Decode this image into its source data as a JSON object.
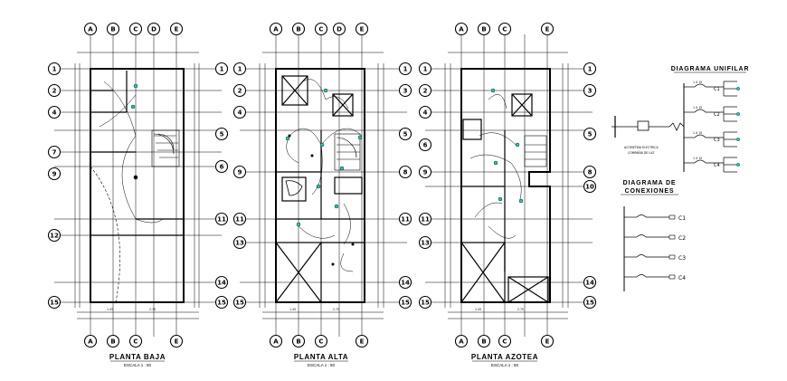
{
  "plans": [
    {
      "id": "planta-baja",
      "title": "PLANTA BAJA",
      "scale": "ESCALA 1 : 50",
      "top_axes": [
        "A",
        "B",
        "C",
        "D",
        "E"
      ],
      "bottom_axes": [
        "A",
        "B",
        "C",
        "E"
      ],
      "left_axes": [
        "1",
        "2",
        "4",
        "7",
        "9",
        "12",
        "15"
      ],
      "right_axes": [
        "1",
        "5",
        "6",
        "11",
        "14",
        "15"
      ]
    },
    {
      "id": "planta-alta",
      "title": "PLANTA ALTA",
      "scale": "ESCALA 1 : 50",
      "top_axes": [
        "A",
        "B",
        "C",
        "D",
        "E"
      ],
      "bottom_axes": [
        "A",
        "B",
        "C",
        "E"
      ],
      "left_axes": [
        "1",
        "2",
        "4",
        "9",
        "11",
        "13",
        "15"
      ],
      "right_axes": [
        "1",
        "3",
        "5",
        "8",
        "11",
        "14",
        "15"
      ]
    },
    {
      "id": "planta-azotea",
      "title": "PLANTA AZOTEA",
      "scale": "ESCALA 1 : 50",
      "top_axes": [
        "A",
        "B",
        "C",
        "E"
      ],
      "bottom_axes": [
        "A",
        "B",
        "C",
        "E"
      ],
      "left_axes": [
        "1",
        "2",
        "4",
        "6",
        "9",
        "11",
        "13",
        "15"
      ],
      "right_axes": [
        "1",
        "3",
        "5",
        "8",
        "10",
        "14",
        "15"
      ]
    }
  ],
  "unifilar": {
    "title": "DIAGRAMA UNIFILAR",
    "meter_note_1": "ACOMETIDA ELECTRICA",
    "meter_note_2": "COMPAÑIA DE LUZ",
    "circuits": [
      "C1",
      "C2",
      "C3",
      "C4"
    ],
    "breaker": "1 X 15"
  },
  "conexiones": {
    "title_1": "DIAGRAMA DE",
    "title_2": "CONEXIONES",
    "circuits": [
      "C1",
      "C2",
      "C3",
      "C4"
    ]
  },
  "colors": {
    "line": "#000000",
    "accent": "#2ec4b6"
  }
}
